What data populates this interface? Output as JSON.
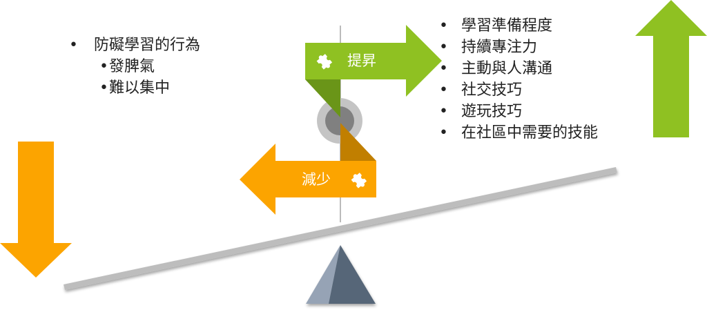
{
  "left_list": {
    "heading": "防礙學習的行為",
    "items": [
      "發脾氣",
      "難以集中"
    ]
  },
  "right_list": {
    "items": [
      "學習準備程度",
      "持續專注力",
      "主動與人溝通",
      "社交技巧",
      "遊玩技巧",
      "在社區中需要的技能"
    ]
  },
  "increase_arrow": {
    "label": "提昇",
    "icon": "puzzle-piece-icon",
    "direction": "right"
  },
  "decrease_arrow": {
    "label": "減少",
    "icon": "puzzle-piece-icon",
    "direction": "left"
  },
  "big_up_arrow": {
    "direction": "up"
  },
  "big_down_arrow": {
    "direction": "down"
  },
  "colors": {
    "green": "#8fc122",
    "green_dark": "#6a9518",
    "orange": "#fca400",
    "orange_dark": "#c17f00",
    "beam": "#bdbdbd",
    "fulcrum_light": "#96a3b5",
    "fulcrum_dark": "#566678",
    "pivot_outer": "#c4c4c4",
    "pivot_inner": "#808080"
  }
}
